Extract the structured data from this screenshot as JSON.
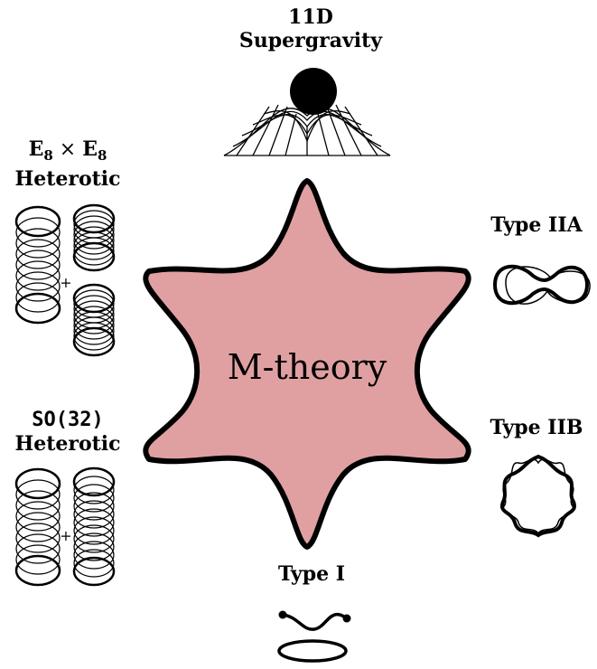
{
  "center": {
    "label": "M-theory",
    "fill": "#e0a0a2"
  },
  "nodes": {
    "supergravity": {
      "line1": "11D",
      "line2": "Supergravity"
    },
    "e8_heterotic": {
      "e_letter": "E",
      "e_sub": "8",
      "times": "×",
      "line2": "Heterotic"
    },
    "so32_heterotic": {
      "line1": "SO(32)",
      "line2": "Heterotic"
    },
    "type_iia": {
      "label": "Type IIA"
    },
    "type_iib": {
      "label": "Type IIB"
    },
    "type_i": {
      "label": "Type I"
    }
  },
  "plus_sign": "+"
}
